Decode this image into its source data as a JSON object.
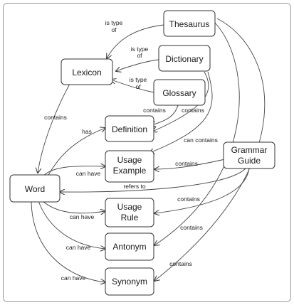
{
  "nodes": {
    "thesaurus": [
      "Thesaurus"
    ],
    "lexicon": [
      "Lexicon"
    ],
    "dictionary": [
      "Dictionary"
    ],
    "glossary": [
      "Glossary"
    ],
    "definition": [
      "Definition"
    ],
    "usage_example": [
      "Usage",
      "Example"
    ],
    "grammar_guide": [
      "Grammar",
      "Guide"
    ],
    "word": [
      "Word"
    ],
    "usage_rule": [
      "Usage",
      "Rule"
    ],
    "antonym": [
      "Antonym"
    ],
    "synonym": [
      "Synonym"
    ]
  },
  "edges": {
    "thesaurus_lexicon": [
      "is type",
      "of"
    ],
    "dictionary_lexicon": [
      "is type",
      "of"
    ],
    "glossary_lexicon": [
      "is type",
      "of"
    ],
    "lexicon_word": [
      "contains"
    ],
    "glossary_definition": [
      "contains"
    ],
    "dictionary_definition": [
      "contains"
    ],
    "word_definition": [
      "has"
    ],
    "dictionary_usage_example": [
      "can contains"
    ],
    "grammar_usage_example": [
      "contains"
    ],
    "word_usage_example": [
      "can have"
    ],
    "grammar_word": [
      "refers to"
    ],
    "grammar_usage_rule": [
      "contains"
    ],
    "word_usage_rule": [
      "can have"
    ],
    "thesaurus_antonym": [
      "contains"
    ],
    "word_antonym": [
      "can have"
    ],
    "thesaurus_synonym": [
      "contains"
    ],
    "word_synonym": [
      "can have"
    ]
  }
}
